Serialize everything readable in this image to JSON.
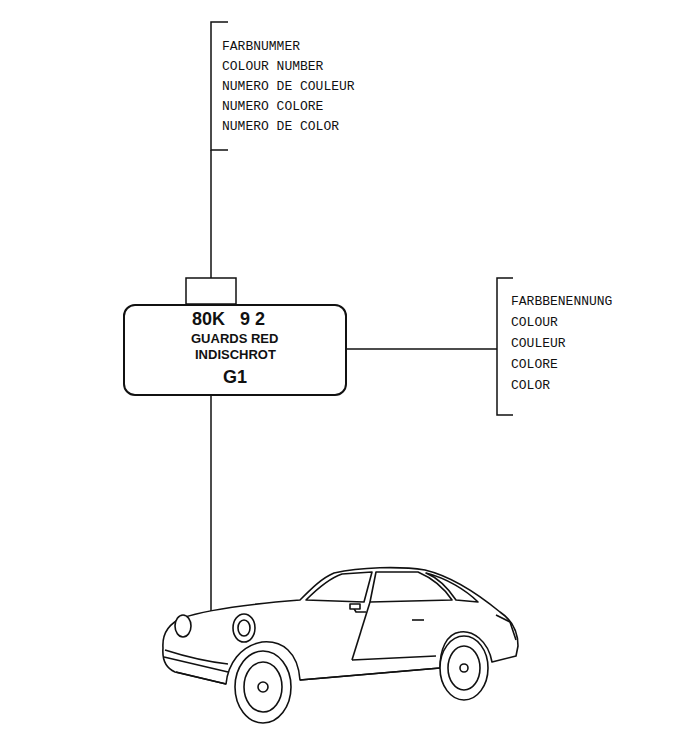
{
  "diagram": {
    "nodes": [
      {
        "text": [
          "80K",
          "9 2",
          "GUARDS RED",
          "INDISCHROT",
          "G1"
        ]
      }
    ],
    "labels": [
      "FARBNUMMER",
      "COLOUR NUMBER",
      "NUMERO DE COULEUR",
      "NUMERO COLORE",
      "NUMERO DE COLOR",
      "FARBBENENNUNG",
      "COLOUR",
      "COULEUR",
      "COLORE",
      "COLOR"
    ]
  }
}
